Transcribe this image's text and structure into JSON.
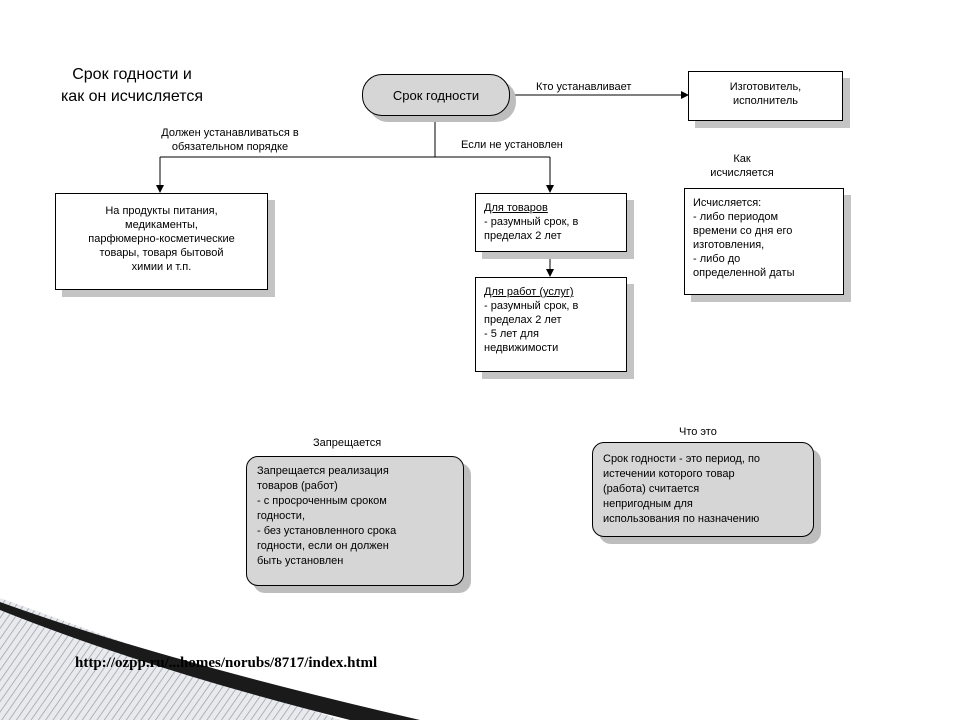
{
  "title": "Срок годности и\nкак он исчисляется",
  "center_node": "Срок годности",
  "edges": {
    "who_sets": "Кто устанавливает",
    "must_set": "Должен устанавливаться в\nобязательном порядке",
    "if_not_set": "Если не установлен",
    "how_calc": "Как\nисчисляется",
    "forbidden": "Запрещается",
    "what_is": "Что это"
  },
  "boxes": {
    "manufacturer": "Изготовитель,\nисполнитель",
    "products": "На продукты питания,\nмедикаменты,\nпарфюмерно-косметические\nтовары,  товаря бытовой\nхимии и т.п.",
    "goods_heading": "Для товаров",
    "goods_text": "- разумный срок,  в\nпределах 2 лет",
    "works_heading": "Для работ (услуг)",
    "works_text": "- разумный срок,  в\nпределах 2 лет\n-  5 лет для\nнедвижимости",
    "calc_text": "Исчисляется:\n- либо периодом\nвремени со дня его\nизготовления,\n- либо до\nопределенной даты",
    "forbidden_text": "Запрещается  реализация\nтоваров (работ)\n- с просроченным сроком\nгодности,\n- без установленного срока\nгодности, если он должен\nбыть установлен",
    "definition_text": "Срок годности - это период, по\nистечении которого товар\n(работа) считается\nнепригодным для\nиспользования по назначению"
  },
  "footer_url": "http://ozpp.ru/...homes/norubs/8717/index.html",
  "colors": {
    "box_gray": "#d6d6d6",
    "shadow": "#c4c4c4",
    "decor_dark": "#1a1a1a",
    "decor_stripe": "#9aa0a8"
  }
}
